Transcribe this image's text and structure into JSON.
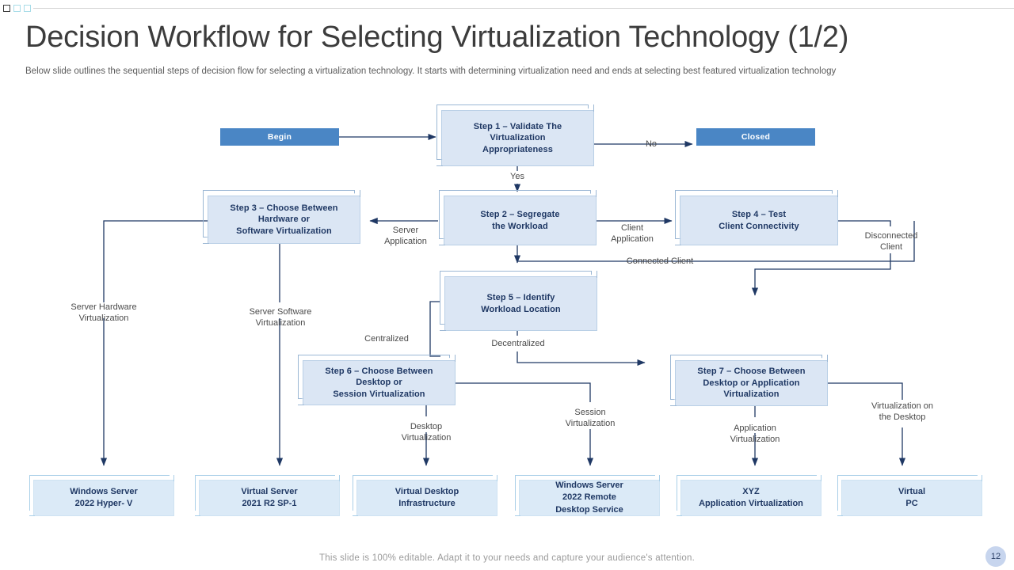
{
  "window": {
    "controls": [
      "minimize-square",
      "restore-square",
      "close-square"
    ]
  },
  "header": {
    "title": "Decision Workflow for Selecting Virtualization Technology (1/2)",
    "subtitle": "Below slide outlines the sequential steps of decision flow for selecting a virtualization technology. It starts with determining virtualization need and ends at selecting best featured virtualization technology"
  },
  "colors": {
    "node_fill": "#dbe6f4",
    "node_border": "#b9cfe6",
    "node_text": "#1f3864",
    "terminator_fill": "#4a86c5",
    "terminator_text": "#ffffff",
    "result_fill": "#dbeaf7",
    "connector": "#1f3864",
    "label_text": "#4a4a4a"
  },
  "diagram": {
    "terminators": [
      {
        "id": "begin",
        "label": "Begin"
      },
      {
        "id": "closed",
        "label": "Closed"
      }
    ],
    "steps": [
      {
        "id": "step1",
        "label": "Step 1 – Validate The\nVirtualization\nAppropriateness"
      },
      {
        "id": "step2",
        "label": "Step 2 – Segregate\nthe Workload"
      },
      {
        "id": "step3",
        "label": "Step 3 – Choose Between\nHardware or\nSoftware Virtualization"
      },
      {
        "id": "step4",
        "label": "Step 4 – Test\nClient Connectivity"
      },
      {
        "id": "step5",
        "label": "Step 5 – Identify\nWorkload Location"
      },
      {
        "id": "step6",
        "label": "Step 6 – Choose Between\nDesktop or\nSession Virtualization"
      },
      {
        "id": "step7",
        "label": "Step 7 – Choose Between\nDesktop or Application\nVirtualization"
      }
    ],
    "results": [
      {
        "id": "result1",
        "label": "Windows Server\n2022 Hyper- V"
      },
      {
        "id": "result2",
        "label": "Virtual Server\n2021 R2 SP-1"
      },
      {
        "id": "result3",
        "label": "Virtual Desktop\nInfrastructure"
      },
      {
        "id": "result4",
        "label": "Windows Server\n2022 Remote\nDesktop Service"
      },
      {
        "id": "result5",
        "label": "XYZ\nApplication Virtualization"
      },
      {
        "id": "result6",
        "label": "Virtual\nPC"
      }
    ],
    "edge_labels": [
      {
        "id": "yes",
        "label": "Yes"
      },
      {
        "id": "no",
        "label": "No"
      },
      {
        "id": "server-application",
        "label": "Server\nApplication"
      },
      {
        "id": "client-application",
        "label": "Client\nApplication"
      },
      {
        "id": "connected-client",
        "label": "Connected Client"
      },
      {
        "id": "disconnected-client",
        "label": "Disconnected\nClient"
      },
      {
        "id": "server-hardware-virtualization",
        "label": "Server Hardware\nVirtualization"
      },
      {
        "id": "server-software-virtualization",
        "label": "Server Software\nVirtualization"
      },
      {
        "id": "centralized",
        "label": "Centralized"
      },
      {
        "id": "decentralized",
        "label": "Decentralized"
      },
      {
        "id": "desktop-virtualization",
        "label": "Desktop\nVirtualization"
      },
      {
        "id": "session-virtualization",
        "label": "Session\nVirtualization"
      },
      {
        "id": "application-virtualization",
        "label": "Application\nVirtualization"
      },
      {
        "id": "virtualization-on-the-desktop",
        "label": "Virtualization on\nthe Desktop"
      }
    ]
  },
  "footer": {
    "note": "This slide is 100% editable. Adapt it to your needs and capture your audience's attention.",
    "page_number": "12"
  }
}
